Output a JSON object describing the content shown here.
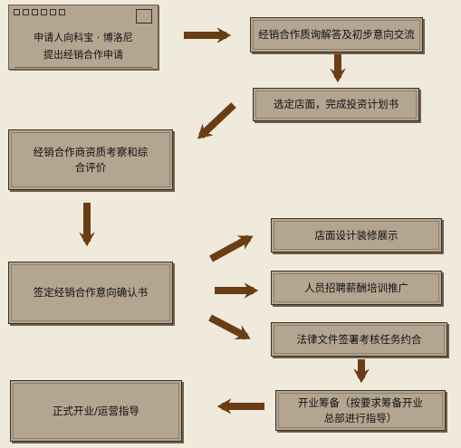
{
  "envelope": {
    "line1": "申请人向科宝 · 博洛尼",
    "line2": "提出经销合作申请"
  },
  "steps": {
    "consult": "经销合作质询解答及初步意向交流",
    "select_store": "选定店面，完成投资计划书",
    "review": "经销合作商资质考察和综合评价",
    "sign_intent": "签定经销合作意向确认书",
    "store_design": "店面设计装修展示",
    "recruit": "人员招聘薪酬培训推广",
    "legal": "法律文件签署考核任务约合",
    "prepare_l1": "开业筹备（按要求筹备开业",
    "prepare_l2": "总部进行指导）",
    "open": "正式开业/运营指导"
  },
  "colors": {
    "arrow": "#6a3d14",
    "box": "#b3a590",
    "border": "#3b3126",
    "background": "#efeadc"
  }
}
